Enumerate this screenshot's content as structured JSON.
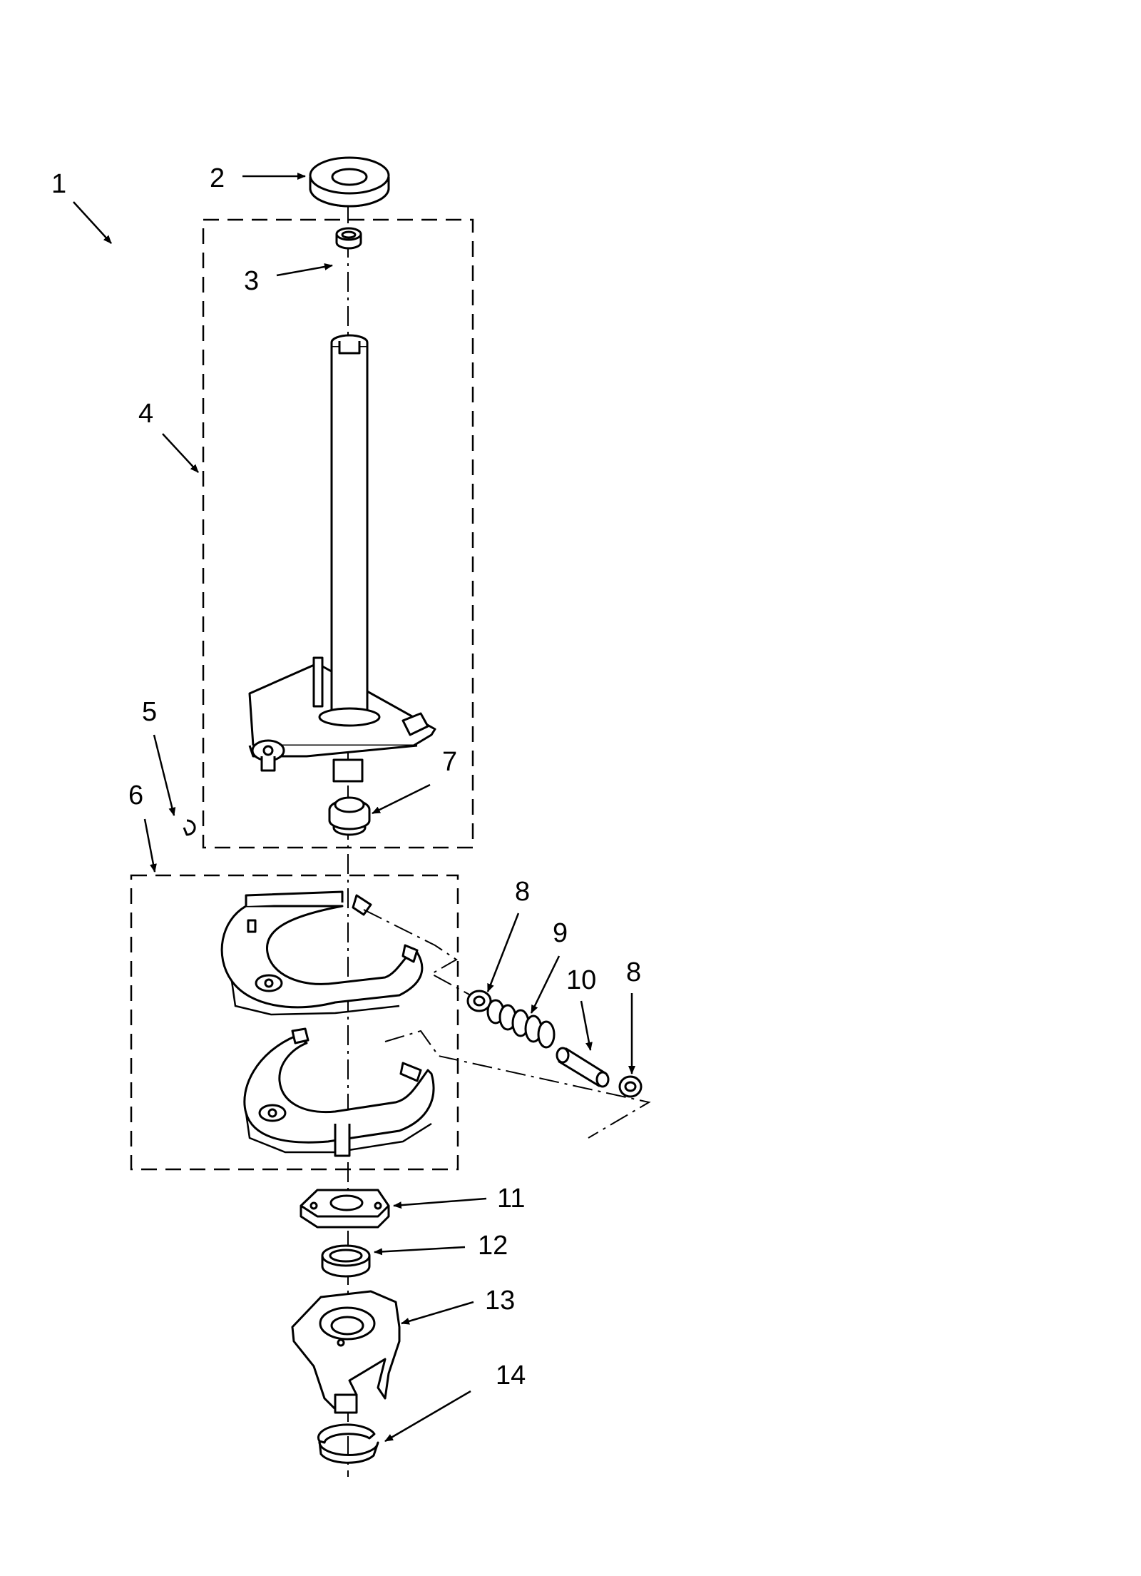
{
  "callouts": [
    {
      "id": "1",
      "text": "1"
    },
    {
      "id": "2",
      "text": "2"
    },
    {
      "id": "3",
      "text": "3"
    },
    {
      "id": "4",
      "text": "4"
    },
    {
      "id": "5",
      "text": "5"
    },
    {
      "id": "6",
      "text": "6"
    },
    {
      "id": "7",
      "text": "7"
    },
    {
      "id": "8a",
      "text": "8"
    },
    {
      "id": "9",
      "text": "9"
    },
    {
      "id": "10",
      "text": "10"
    },
    {
      "id": "8b",
      "text": "8"
    },
    {
      "id": "11",
      "text": "11"
    },
    {
      "id": "12",
      "text": "12"
    },
    {
      "id": "13",
      "text": "13"
    },
    {
      "id": "14",
      "text": "14"
    }
  ]
}
